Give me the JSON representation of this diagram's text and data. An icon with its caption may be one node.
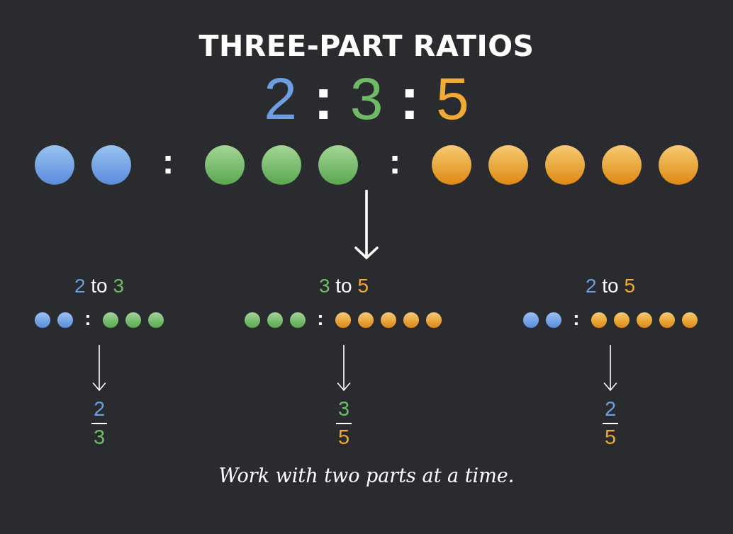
{
  "diagram": {
    "title": "THREE-PART RATIOS",
    "caption": "Work with two parts at a time.",
    "nodes": [
      {
        "text": [
          "2 : 3 : 5",
          ":",
          ":"
        ]
      },
      {
        "text": [
          "2 to 3",
          ":"
        ]
      },
      {
        "text": [
          "3 to 5",
          ":"
        ]
      },
      {
        "text": [
          "2 to 5",
          ":"
        ]
      },
      {
        "text": [
          "2",
          "3"
        ]
      },
      {
        "text": [
          "3",
          "5"
        ]
      },
      {
        "text": [
          "2",
          "5"
        ]
      }
    ],
    "edges": [
      {
        "from": 0,
        "to": 2,
        "arrow": "to",
        "style": "thick"
      },
      {
        "from": 1,
        "to": 4,
        "arrow": "to"
      },
      {
        "from": 2,
        "to": 5,
        "arrow": "to"
      },
      {
        "from": 3,
        "to": 6,
        "arrow": "to"
      }
    ]
  }
}
